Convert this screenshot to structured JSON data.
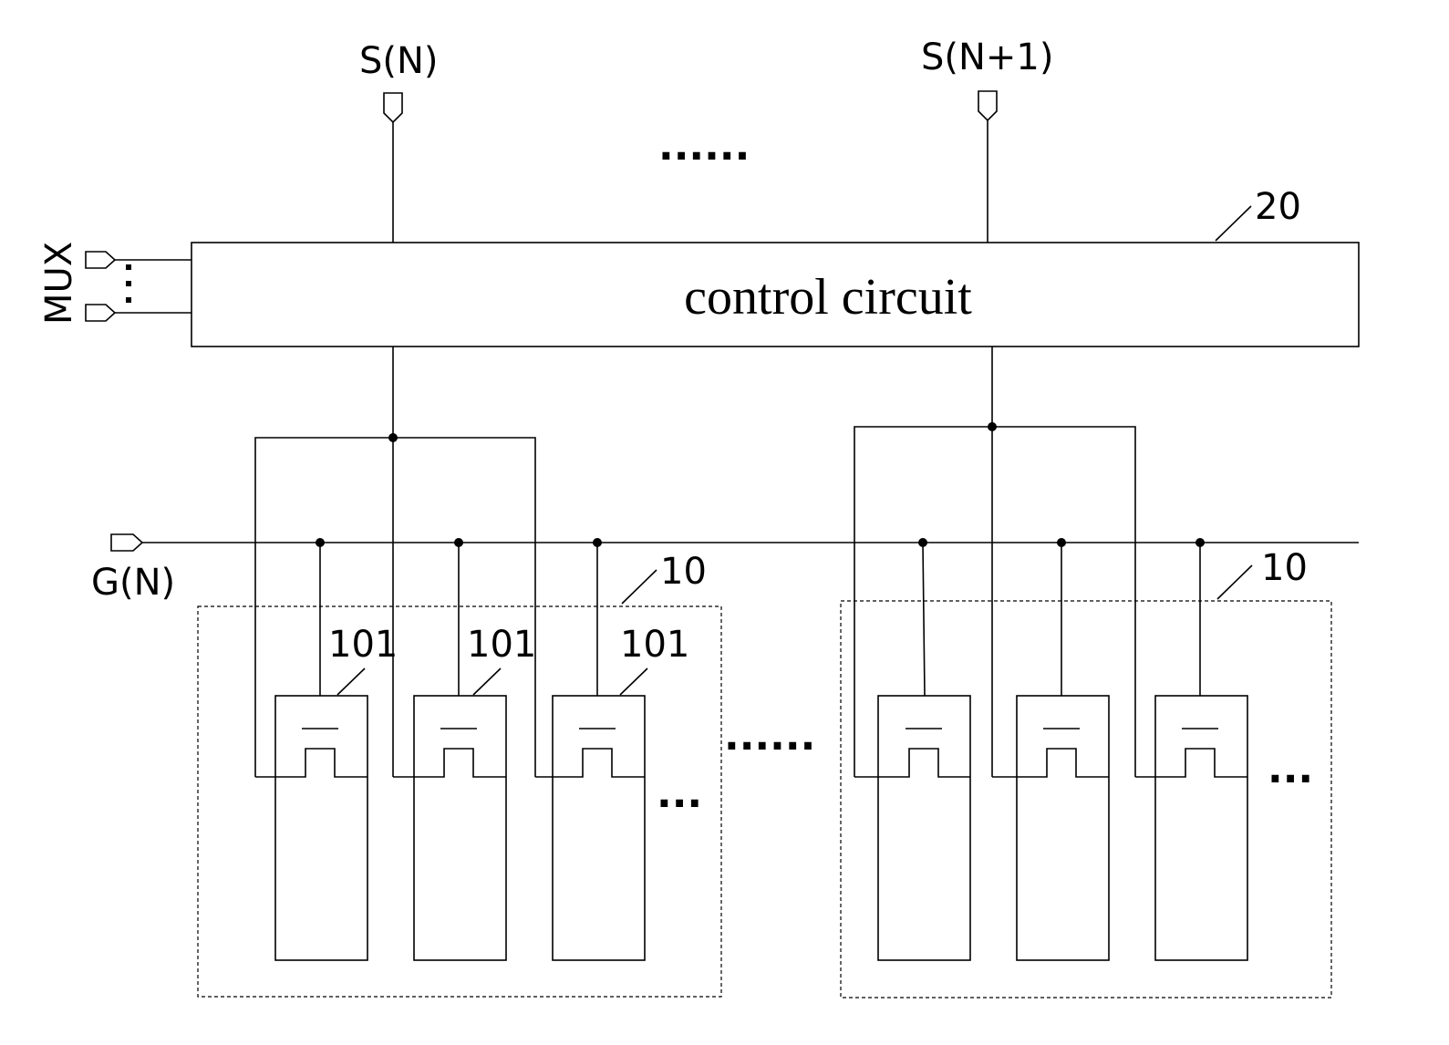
{
  "signals": {
    "source_n": "S(N)",
    "source_n1": "S(N+1)",
    "gate_n": "G(N)",
    "mux": "MUX"
  },
  "control_circuit": {
    "label": "control circuit",
    "ref": "20"
  },
  "groups": [
    {
      "ref": "10",
      "subpixel_refs": [
        "101",
        "101",
        "101"
      ]
    },
    {
      "ref": "10"
    }
  ],
  "ellipses": {
    "top": "......",
    "middle": "......",
    "group1_tail": "...",
    "group2_tail": "...",
    "mux_dots": ":"
  }
}
